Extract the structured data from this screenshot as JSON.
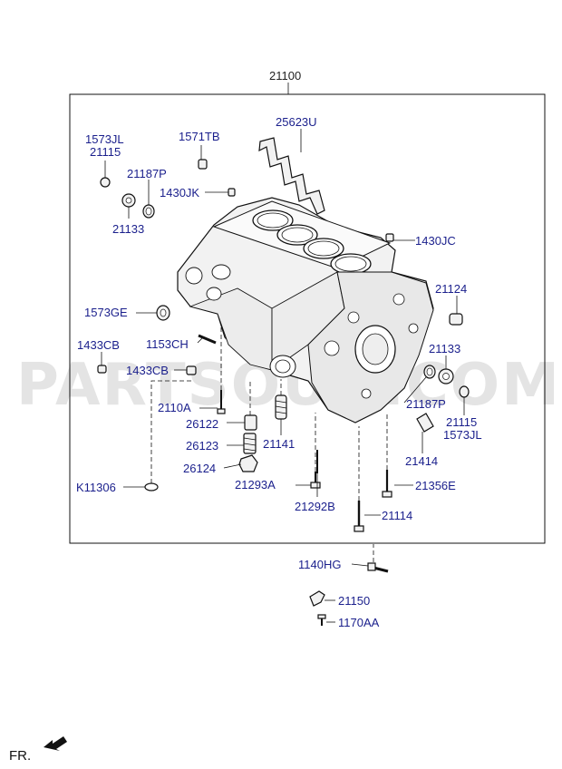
{
  "watermark": "PARTSOUQ.COM",
  "assembly_label": "21100",
  "fr_label": "FR.",
  "labels": {
    "l1573JL_a": "1573JL",
    "l21115_a": "21115",
    "l1571TB": "1571TB",
    "l25623U": "25623U",
    "l21187P_a": "21187P",
    "l1430JK": "1430JK",
    "l21133_a": "21133",
    "l1430JC": "1430JC",
    "l21124": "21124",
    "l1573GE": "1573GE",
    "l1433CB_a": "1433CB",
    "l1153CH": "1153CH",
    "l1433CB_b": "1433CB",
    "l21133_b": "21133",
    "l21187P_b": "21187P",
    "l2110A": "2110A",
    "l21115_b": "21115",
    "l1573JL_b": "1573JL",
    "l26122": "26122",
    "l21141": "21141",
    "l26123": "26123",
    "l21414": "21414",
    "l26124": "26124",
    "l21293A": "21293A",
    "l21356E": "21356E",
    "lK11306": "K11306",
    "l21292B": "21292B",
    "l21114": "21114",
    "l1140HG": "1140HG",
    "l21150": "21150",
    "l1170AA": "1170AA"
  }
}
